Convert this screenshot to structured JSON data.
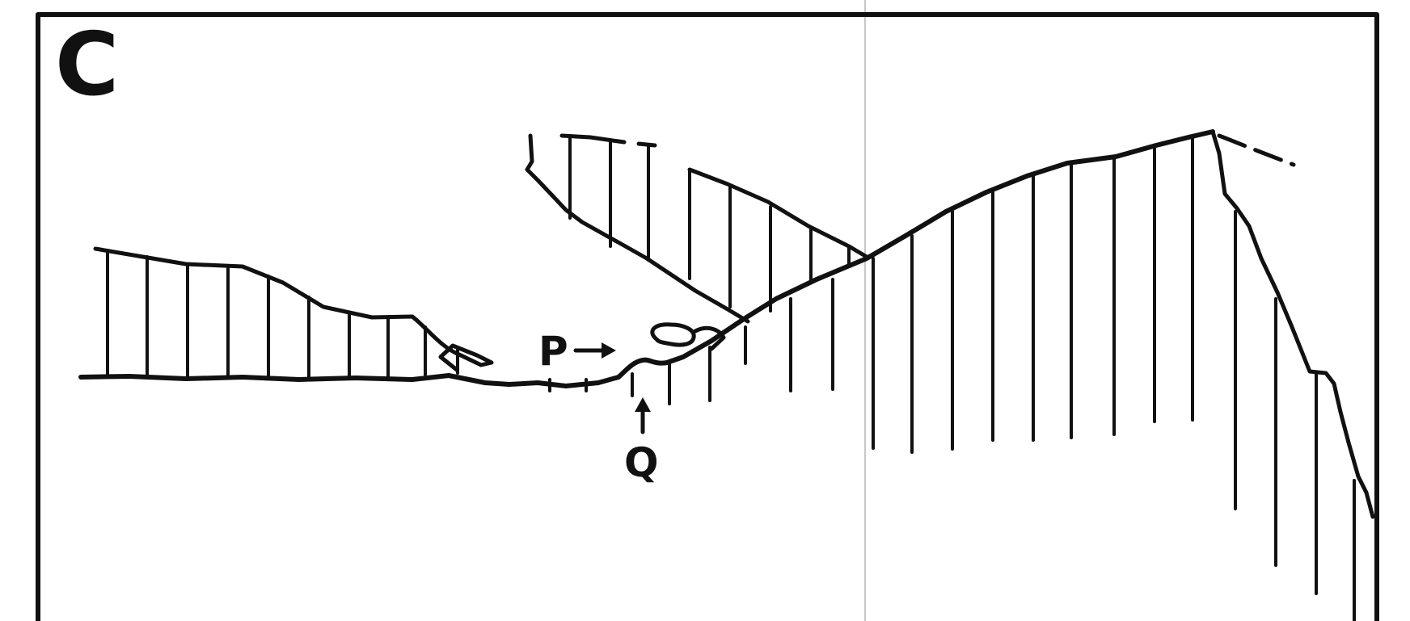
{
  "figure": {
    "panel_label": "C",
    "points": [
      {
        "label": "P"
      },
      {
        "label": "Q"
      }
    ]
  },
  "colors": {
    "ink": "#111111",
    "background": "#ffffff",
    "center_fold": "#c8c8c8"
  }
}
